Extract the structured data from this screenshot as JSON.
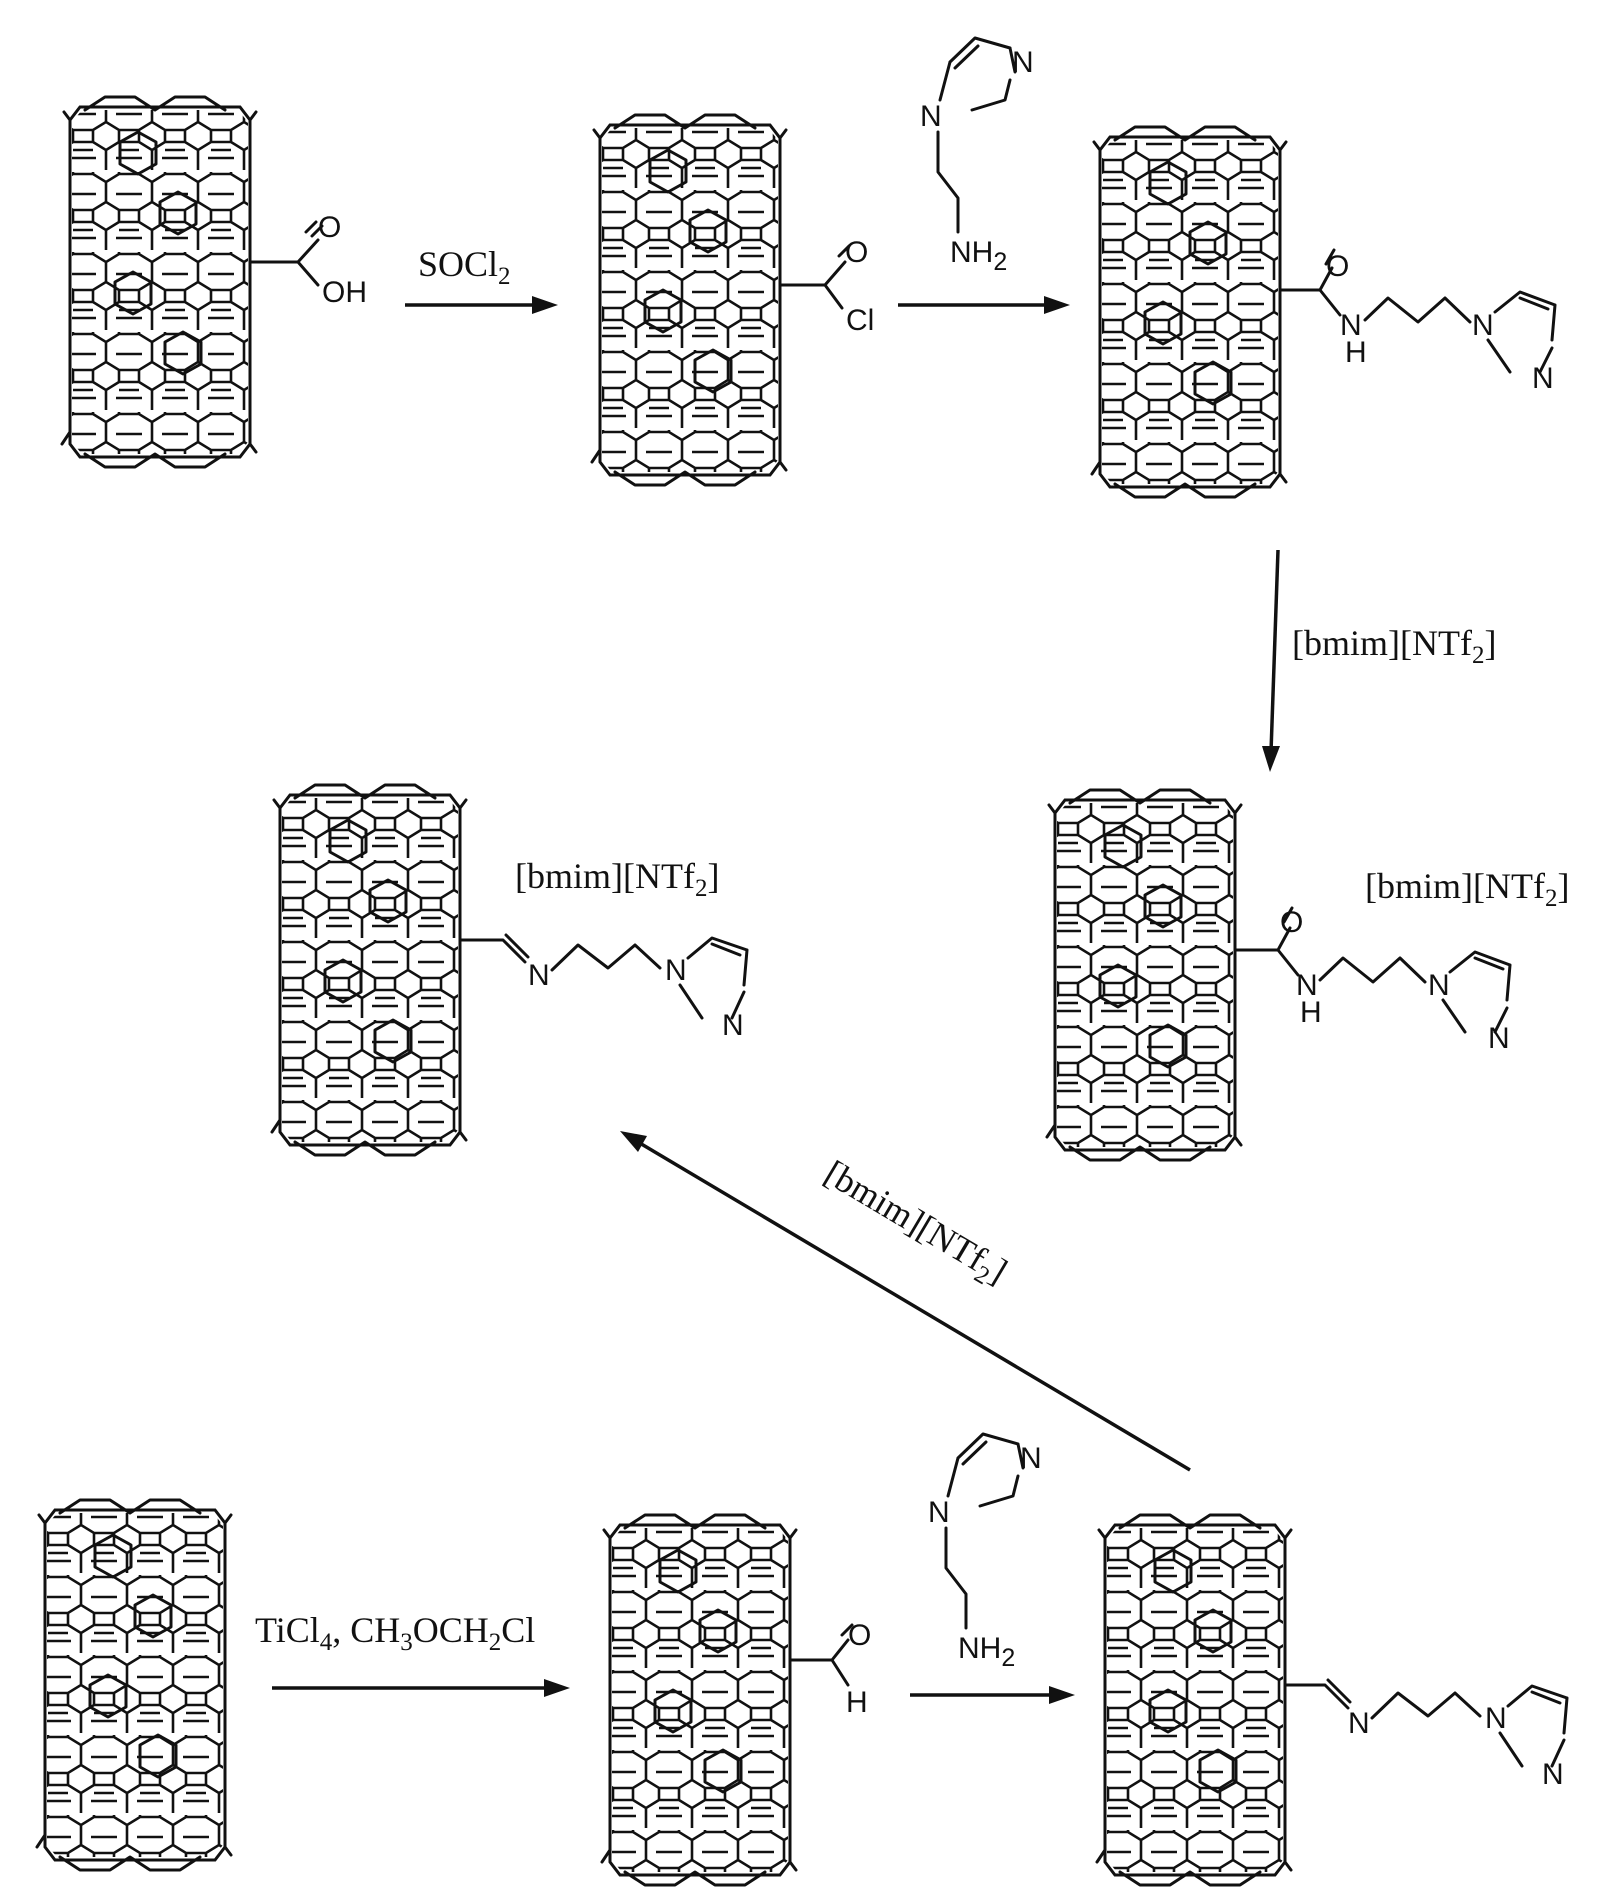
{
  "atoms": {
    "O": "O",
    "OH": "OH",
    "Cl": "Cl",
    "N": "N",
    "H": "H",
    "NH": "NH",
    "N1": "N",
    "ring_N": "N",
    "NH2_main": "NH",
    "NH2_sub": "2"
  },
  "reagents": {
    "socl2": {
      "main": "SOCl",
      "sub": "2"
    },
    "il": {
      "part1": "[bmim][NTf",
      "sub": "2",
      "part2": "]"
    },
    "ticl4": {
      "p1": "TiCl",
      "s1": "4",
      "p2": ", CH",
      "s2": "3",
      "p3": "OCH",
      "s3": "2",
      "p4": "Cl"
    }
  }
}
